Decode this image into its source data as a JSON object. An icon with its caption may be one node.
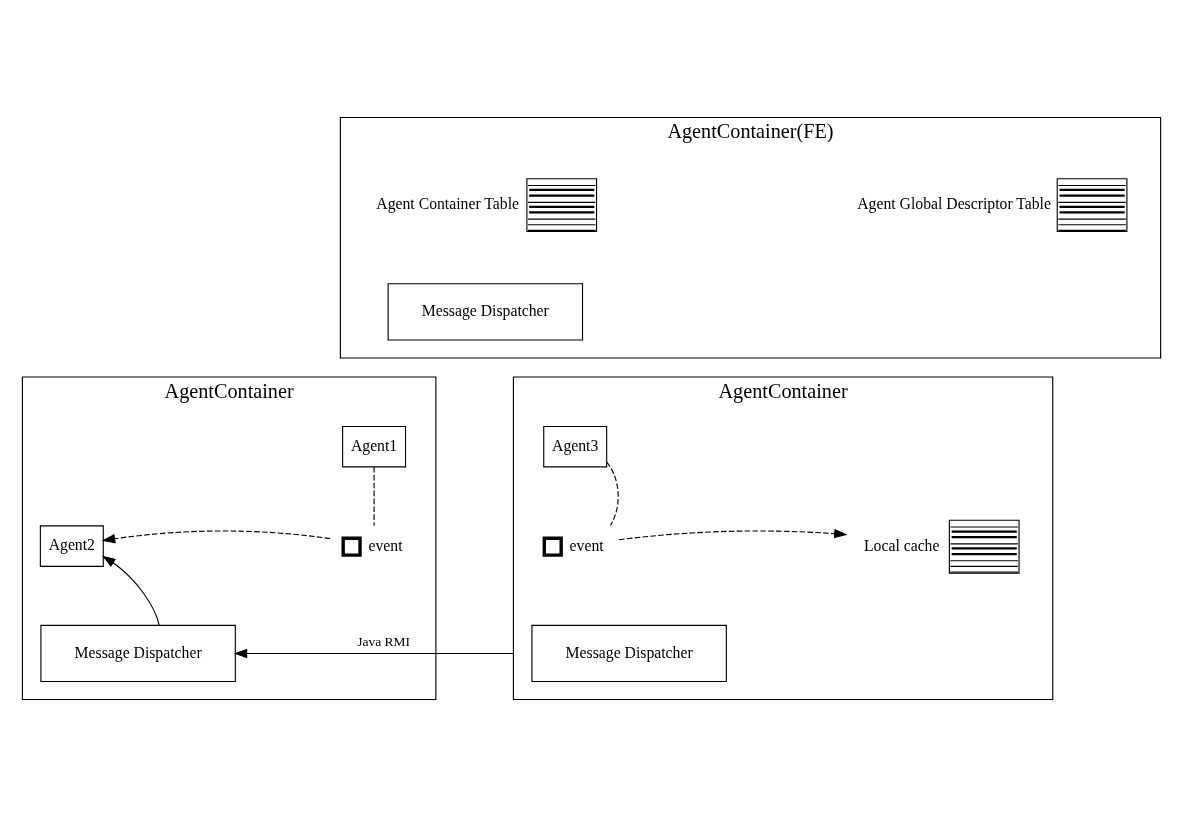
{
  "diagram": {
    "nodes": [
      {
        "text": [
          "AgentContainer(FE)"
        ]
      },
      {
        "text": [],
        "shape": "table",
        "in": 0,
        "beside": [
          "Agent Container Table"
        ]
      },
      {
        "text": [],
        "shape": "table",
        "in": 0,
        "beside": [
          "Agent Global Descriptor Table"
        ]
      },
      {
        "text": [
          "Message Dispatcher"
        ],
        "in": 0
      },
      {
        "text": [
          "AgentContainer"
        ]
      },
      {
        "text": [
          "Agent1"
        ],
        "in": 4
      },
      {
        "text": [
          "Agent2"
        ],
        "in": 4
      },
      {
        "text": [],
        "shape": "box",
        "in": 4,
        "beside": [
          "event"
        ]
      },
      {
        "text": [
          "Message Dispatcher"
        ],
        "in": 4
      },
      {
        "text": [
          "AgentContainer"
        ]
      },
      {
        "text": [
          "Agent3"
        ],
        "in": 9
      },
      {
        "text": [],
        "shape": "box",
        "in": 9,
        "beside": [
          "event"
        ]
      },
      {
        "text": [],
        "shape": "table",
        "in": 9,
        "beside": [
          "Local cache"
        ]
      },
      {
        "text": [
          "Message Dispatcher"
        ],
        "in": 9
      }
    ],
    "edges": [
      {
        "from": 5,
        "to": 7,
        "arrow": "none",
        "style": "dashed"
      },
      {
        "from": 7,
        "to": 6,
        "arrow": "to",
        "style": "dashed"
      },
      {
        "from": 8,
        "to": 6,
        "arrow": "to"
      },
      {
        "from": 10,
        "to": 11,
        "arrow": "none",
        "style": "dashed"
      },
      {
        "from": 11,
        "to": 12,
        "arrow": "to",
        "style": "dashed"
      },
      {
        "from": 9,
        "to": 8,
        "arrow": "to",
        "label": "Java RMI"
      }
    ]
  }
}
